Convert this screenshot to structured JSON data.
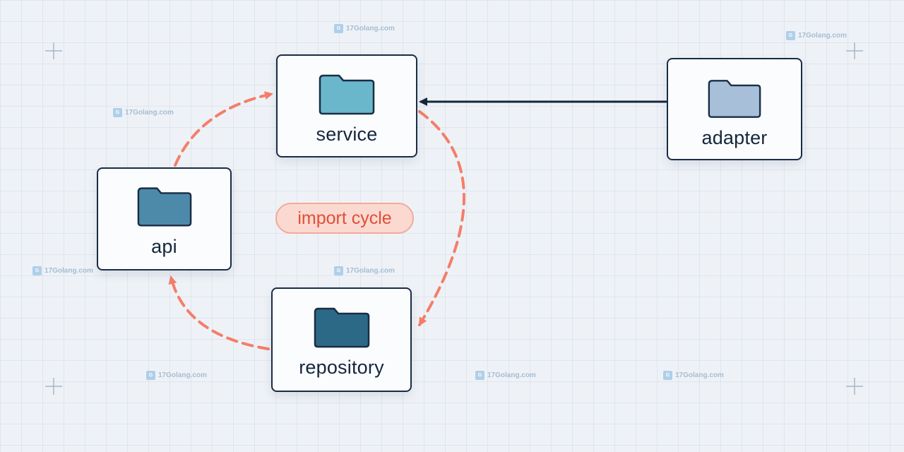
{
  "nodes": {
    "service": {
      "label": "service",
      "folder_color": "#6ab7cc"
    },
    "adapter": {
      "label": "adapter",
      "folder_color": "#a7bfd9"
    },
    "api": {
      "label": "api",
      "folder_color": "#4d8aaa"
    },
    "repository": {
      "label": "repository",
      "folder_color": "#2c6986"
    }
  },
  "cycle_label": "import cycle",
  "colors": {
    "cycle_arrow": "#f47e69",
    "dependency_arrow": "#15263c",
    "node_border": "#1a2d45",
    "badge_fill": "#fbd9d0",
    "badge_text": "#e04f37"
  },
  "edges": [
    {
      "from": "api",
      "to": "service",
      "style": "dashed",
      "color_key": "cycle_arrow"
    },
    {
      "from": "service",
      "to": "repository",
      "style": "dashed",
      "color_key": "cycle_arrow"
    },
    {
      "from": "repository",
      "to": "api",
      "style": "dashed",
      "color_key": "cycle_arrow"
    },
    {
      "from": "adapter",
      "to": "service",
      "style": "solid",
      "color_key": "dependency_arrow"
    }
  ],
  "watermark": {
    "text": "17Golang.com",
    "icon": "logo-icon"
  }
}
